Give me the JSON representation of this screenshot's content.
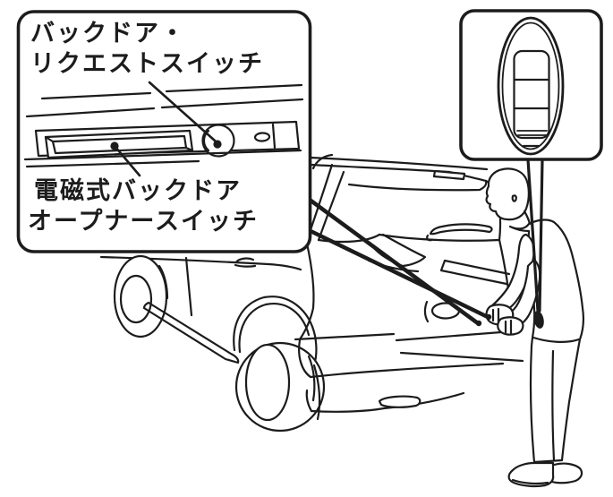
{
  "page": {
    "background_color": "#ffffff",
    "line_color": "#1c1c1c"
  },
  "callouts": {
    "back_door_request_switch": {
      "line1": "バックドア・",
      "line2": "リクエストスイッチ"
    },
    "electromagnetic_back_door_opener_switch": {
      "line1": "電磁式バックドア",
      "line2": "オープナースイッチ"
    }
  },
  "illustrations": [
    {
      "name": "back-door-handle-panel-illustration"
    },
    {
      "name": "request-switch-illustration"
    },
    {
      "name": "intelligent-key-fob-illustration"
    },
    {
      "name": "suv-rear-illustration"
    },
    {
      "name": "person-illustration"
    }
  ]
}
